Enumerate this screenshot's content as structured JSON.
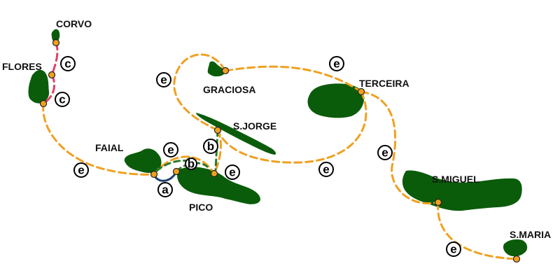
{
  "map": {
    "colors": {
      "island": "#0a5c0a",
      "port": "#f0a020",
      "route_e": "#f0a020",
      "route_c": "#e0406a",
      "route_a": "#1f3f6f",
      "route_b": "#2a7a2a"
    },
    "islands": [
      {
        "key": "corvo",
        "label": "CORVO"
      },
      {
        "key": "flores",
        "label": "FLORES"
      },
      {
        "key": "graciosa",
        "label": "GRACIOSA"
      },
      {
        "key": "terceira",
        "label": "TERCEIRA"
      },
      {
        "key": "sjorge",
        "label": "S.JORGE"
      },
      {
        "key": "faial",
        "label": "FAIAL"
      },
      {
        "key": "pico",
        "label": "PICO"
      },
      {
        "key": "smiguel",
        "label": "S.MIGUEL"
      },
      {
        "key": "smaria",
        "label": "S.MARIA"
      }
    ],
    "route_badges": [
      {
        "key": "c1",
        "letter": "c"
      },
      {
        "key": "c2",
        "letter": "c"
      },
      {
        "key": "e1",
        "letter": "e"
      },
      {
        "key": "e2",
        "letter": "e"
      },
      {
        "key": "e3",
        "letter": "e"
      },
      {
        "key": "e4",
        "letter": "e"
      },
      {
        "key": "e5",
        "letter": "e"
      },
      {
        "key": "e6",
        "letter": "e"
      },
      {
        "key": "e7",
        "letter": "e"
      },
      {
        "key": "e8",
        "letter": "e"
      },
      {
        "key": "a1",
        "letter": "a"
      },
      {
        "key": "b1",
        "letter": "b"
      },
      {
        "key": "b2",
        "letter": "b"
      }
    ]
  }
}
